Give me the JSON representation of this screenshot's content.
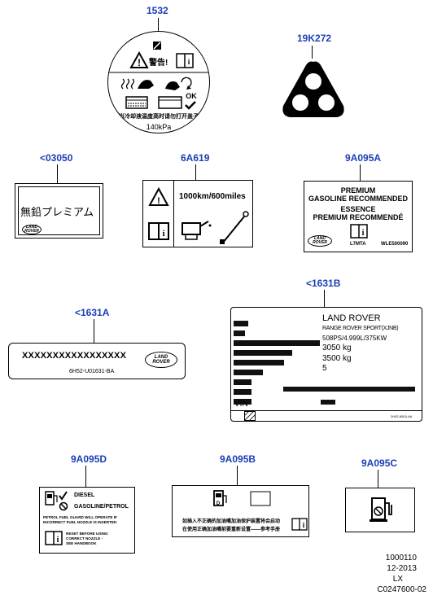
{
  "labels": [
    {
      "id": "l1532",
      "callout": "1532",
      "pressure": "140kPa",
      "warning": "警告!",
      "notice_cn": "当冷却液温度高时请勿打开盖子"
    },
    {
      "id": "l19k272",
      "callout": "19K272"
    },
    {
      "id": "l03050",
      "callout": "<03050",
      "text": "無鉛プレミアム"
    },
    {
      "id": "l6a619",
      "callout": "6A619",
      "text": "1000km/600miles"
    },
    {
      "id": "l9a095a",
      "callout": "9A095A",
      "line1": "PREMIUM",
      "line2": "GASOLINE RECOMMENDED",
      "line3": "ESSENCE",
      "line4": "PREMIUM RECOMMENDÉ",
      "code1": "L7MTA",
      "code2": "WLE500090"
    },
    {
      "id": "l1631a",
      "callout": "<1631A",
      "vin": "XXXXXXXXXXXXXXXXX",
      "part": "6H52-U01631-BA"
    },
    {
      "id": "l1631b",
      "callout": "<1631B",
      "make": "LAND ROVER",
      "model": "RANGE ROVER SPORT(XJNB)",
      "engine": "508PS/4.999L/375KW",
      "weight1": "3050 kg",
      "weight2": "3500 kg",
      "seats": "5",
      "vin_label": "VIN",
      "part": "2H52-6500-AA"
    },
    {
      "id": "l9a095d",
      "callout": "9A095D",
      "diesel": "DIESEL",
      "petrol": "GASOLINE/PETROL",
      "warn1": "PETROL FUEL GUARD WILL OPERATE IF",
      "warn2": "INCORRECT FUEL NOZZLE IS INSERTED",
      "reset1": "RESET BEFORE USING",
      "reset2": "CORRECT NOZZLE -",
      "reset3": "SEE HANDBOOK"
    },
    {
      "id": "l9a095b",
      "callout": "9A095B",
      "cn1": "如插入不正确的加油嘴加油保护装置将会启动",
      "cn2": "在使用正确加油嘴前要重新设置——参考手册"
    },
    {
      "id": "l9a095c",
      "callout": "9A095C"
    }
  ],
  "logo": {
    "line1": "LAND",
    "line2": "ROVER"
  },
  "footer": {
    "line1": "1000110",
    "line2": "12-2013",
    "line3": "LX",
    "line4": "C0247600-02"
  }
}
